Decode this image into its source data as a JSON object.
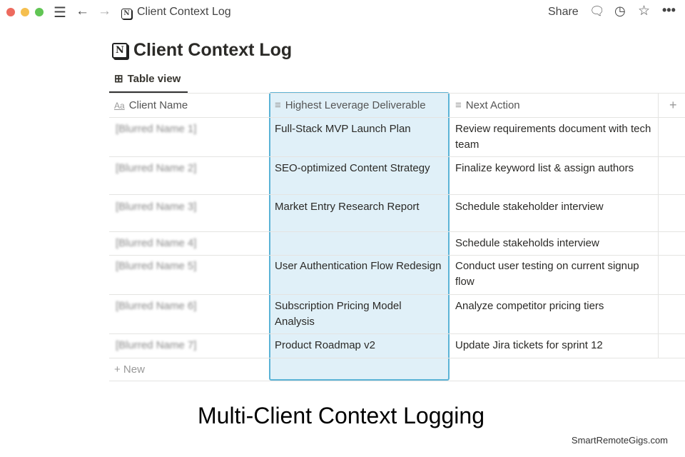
{
  "window": {
    "title": "Client Context Log",
    "share_label": "Share",
    "icons": [
      "menu-icon",
      "back-arrow-icon",
      "forward-arrow-icon",
      "comment-icon",
      "clock-icon",
      "star-icon",
      "more-icon"
    ]
  },
  "page": {
    "title": "Client Context Log",
    "view_tab": "Table view"
  },
  "table": {
    "columns": [
      {
        "label": "Client Name",
        "icon": "Aa"
      },
      {
        "label": "Highest Leverage Deliverable"
      },
      {
        "label": "Next Action"
      }
    ],
    "add_column": "+",
    "rows": [
      {
        "name": "[Blurred Name 1]",
        "deliverable": "Full-Stack MVP Launch Plan",
        "next": "Review requirements document with tech team"
      },
      {
        "name": "[Blurred Name 2]",
        "deliverable": "SEO-optimized Content Strategy",
        "next": "Finalize keyword list & assign authors"
      },
      {
        "name": "[Blurred Name 3]",
        "deliverable": "Market Entry Research Report",
        "next": "Schedule stakeholder interview"
      },
      {
        "name": "[Blurred Name 4]",
        "deliverable": "",
        "next": "Schedule stakeholds interview"
      },
      {
        "name": "[Blurred Name 5]",
        "deliverable": "User Authentication Flow Redesign",
        "next": "Conduct user testing on current signup flow"
      },
      {
        "name": "[Blurred Name 6]",
        "deliverable": "Subscription Pricing Model Analysis",
        "next": "Analyze competitor pricing tiers"
      },
      {
        "name": "[Blurred Name 7]",
        "deliverable": "Product Roadmap v2",
        "next": "Update Jira tickets for sprint 12"
      }
    ],
    "new_label": "+ New",
    "highlight_color": "#5bb3d6"
  },
  "caption": "Multi-Client Context Logging",
  "watermark": "SmartRemoteGigs.com"
}
